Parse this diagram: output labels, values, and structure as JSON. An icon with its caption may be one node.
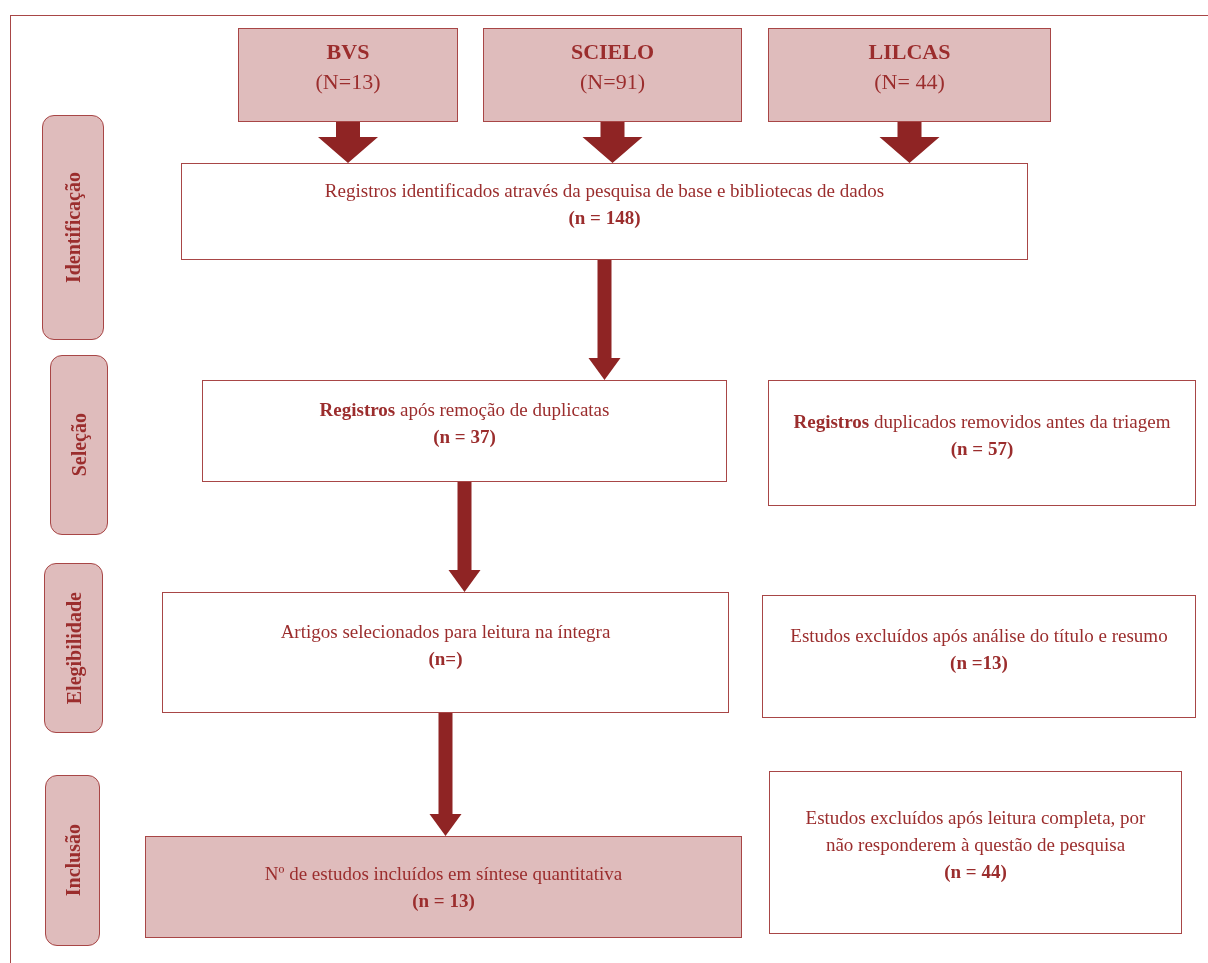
{
  "diagram": {
    "nodes": [
      {
        "text": [
          "BVS",
          "(N=13)"
        ]
      },
      {
        "text": [
          "SCIELO",
          "(N=91)"
        ]
      },
      {
        "text": [
          "LILCAS",
          "(N= 44)"
        ]
      },
      {
        "text": [
          "Identificação"
        ]
      },
      {
        "text": [
          "Registros identificados através da pesquisa de base e bibliotecas de dados",
          "(n = 148)"
        ]
      },
      {
        "text": [
          "Seleção"
        ]
      },
      {
        "text": [
          "**Registros** após remoção de duplicatas",
          "(n = 37)"
        ]
      },
      {
        "text": [
          "**Registros** duplicados removidos antes da triagem",
          "(n = 57)"
        ]
      },
      {
        "text": [
          "Elegibilidade"
        ]
      },
      {
        "text": [
          "Artigos selecionados para leitura na íntegra",
          "(n=)"
        ]
      },
      {
        "text": [
          "Estudos excluídos após análise do título e resumo",
          "(n =13)"
        ]
      },
      {
        "text": [
          "Inclusão"
        ]
      },
      {
        "text": [
          "Nº de estudos incluídos em síntese quantitativa",
          "(n = 13)"
        ]
      },
      {
        "text": [
          "Estudos excluídos após leitura completa, por não responderem à questão de pesquisa",
          "(n = 44)"
        ]
      }
    ],
    "edges": [
      {
        "from": 0,
        "to": 4,
        "arrow": "to",
        "style": "thick"
      },
      {
        "from": 1,
        "to": 4,
        "arrow": "to",
        "style": "thick"
      },
      {
        "from": 2,
        "to": 4,
        "arrow": "to",
        "style": "thick"
      },
      {
        "from": 4,
        "to": 6,
        "arrow": "to"
      },
      {
        "from": 6,
        "to": 9,
        "arrow": "to"
      },
      {
        "from": 9,
        "to": 12,
        "arrow": "to"
      }
    ]
  }
}
